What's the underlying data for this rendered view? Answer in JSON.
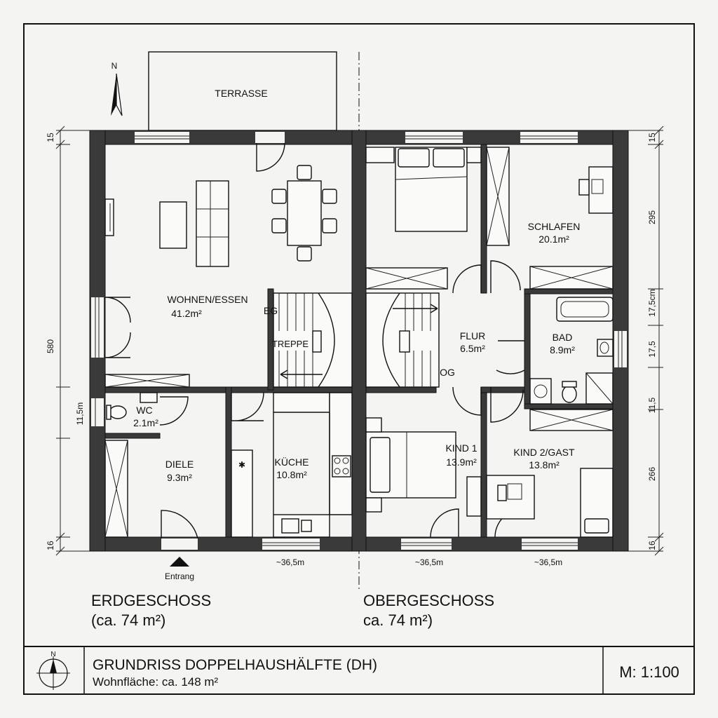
{
  "north_label": "N",
  "terrace_label": "TERRASSE",
  "rooms": {
    "wohnen": {
      "name": "WOHNEN/ESSEN",
      "area": "41.2m²"
    },
    "wc": {
      "name": "WC",
      "area": "2.1m²"
    },
    "diele": {
      "name": "DIELE",
      "area": "9.3m²"
    },
    "kueche": {
      "name": "KÜCHE",
      "area": "10.8m²"
    },
    "schlafen": {
      "name": "SCHLAFEN",
      "area": "20.1m²"
    },
    "flur": {
      "name": "FLUR",
      "area": "6.5m²"
    },
    "bad": {
      "name": "BAD",
      "area": "8.9m²"
    },
    "kind1": {
      "name": "KIND 1",
      "area": "13.9m²"
    },
    "kind2": {
      "name": "KIND 2/GAST",
      "area": "13.8m²"
    }
  },
  "stairs": {
    "eg": "EG",
    "treppe": "TREPPE",
    "og": "OG"
  },
  "entrance_label": "Entrang",
  "dimensions": {
    "left_15": "15",
    "left_580": "580",
    "left_115": "11,5m",
    "left_16": "16",
    "right_15": "15",
    "right_295": "295",
    "right_175cm": "17,5cm",
    "right_175": "17,5",
    "right_115": "11,5",
    "right_266": "266",
    "right_16": "16",
    "bottom_1": "~36,5m",
    "bottom_2": "~36,5m",
    "bottom_3": "~36,5m"
  },
  "floors": {
    "eg_title": "ERDGESCHOSS",
    "eg_area": "(ca. 74 m²)",
    "og_title": "OBERGESCHOSS",
    "og_area": "ca. 74 m²)"
  },
  "title_block": {
    "north": "N",
    "title": "GRUNDRISS DOPPELHAUSHÄLFTE (DH)",
    "subtitle": "Wohnfläche: ca. 148 m²",
    "scale": "M: 1:100"
  },
  "colors": {
    "wall": "#3a3a3a",
    "paper": "#f4f4f2",
    "ink": "#111111"
  }
}
